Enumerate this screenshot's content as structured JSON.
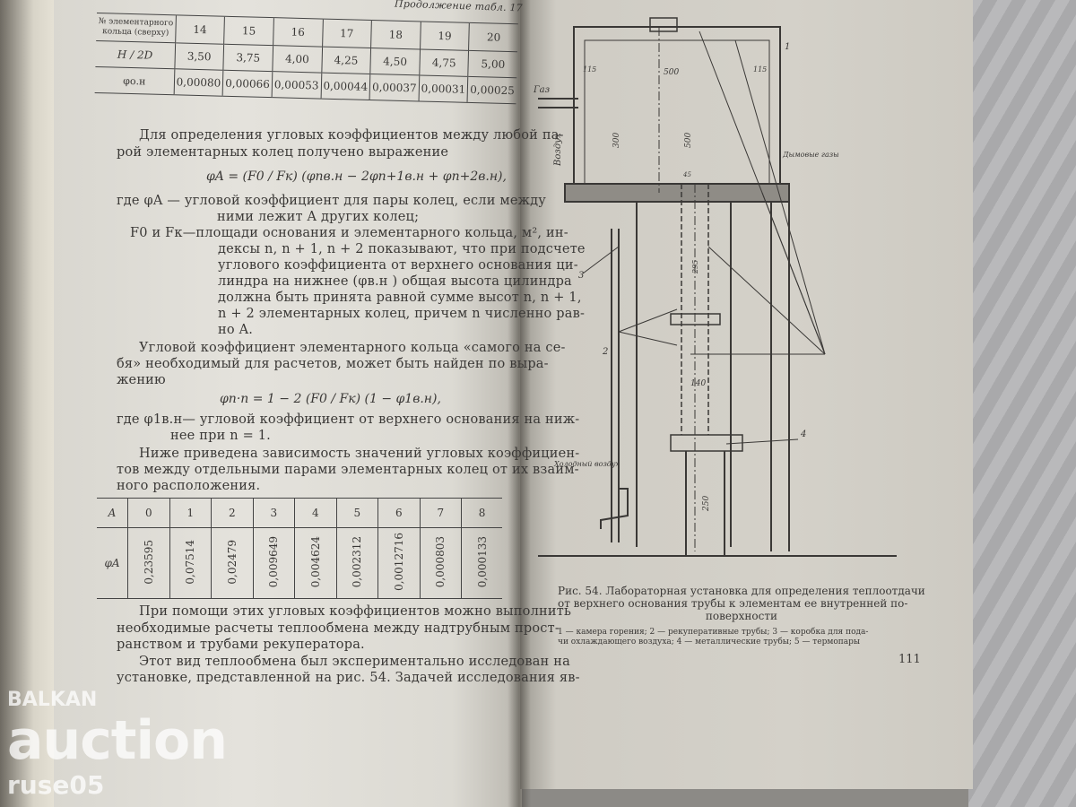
{
  "left_page": {
    "table_top": {
      "caption": "Продолжение табл. 17",
      "header_label": "№ элементарного кольца (сверху)",
      "row2_label": "H / 2D",
      "row3_label": "φо.н",
      "columns": [
        "14",
        "15",
        "16",
        "17",
        "18",
        "19",
        "20"
      ],
      "h_2d": [
        "3,50",
        "3,75",
        "4,00",
        "4,25",
        "4,50",
        "4,75",
        "5,00"
      ],
      "phi": [
        "0,00080",
        "0,00066",
        "0,00053",
        "0,00044",
        "0,00037",
        "0,00031",
        "0,00025"
      ]
    },
    "para1": [
      "Для определения угловых коэффициентов между любой па-",
      "рой элементарных колец получено выражение"
    ],
    "formula1": "φA = (F0 / Fк) (φnв.н − 2φn+1в.н + φn+2в.н),",
    "where1_lines": [
      "где      φA — угловой коэффициент для пары колец, если между",
      "ними лежит A других колец;",
      "F0 и Fк—площади основания и элементарного кольца, м², ин-",
      "дексы n, n + 1, n + 2 показывают, что при подсчете",
      "углового коэффициента от верхнего основания ци-",
      "линдра на нижнее (φв.н ) общая высота цилиндра",
      "должна быть принята равной сумме высот n, n + 1,",
      "n + 2 элементарных колец, причем n численно рав-",
      "но A."
    ],
    "para2": [
      "Угловой коэффициент элементарного кольца «самого на се-",
      "бя» необходимый для расчетов, может быть найден по выра-",
      "жению"
    ],
    "formula2": "φn·n = 1 − 2 (F0 / Fк) (1 − φ1в.н),",
    "where2_lines": [
      "где φ1в.н— угловой коэффициент от верхнего основания на ниж-",
      "нее при n = 1."
    ],
    "para3": [
      "Ниже приведена зависимость значений угловых коэффициен-",
      "тов между отдельными парами элементарных колец от их взаим-",
      "ного расположения."
    ],
    "table_bottom": {
      "row1_label": "A",
      "row2_label": "φA",
      "a_values": [
        "0",
        "1",
        "2",
        "3",
        "4",
        "5",
        "6",
        "7",
        "8"
      ],
      "phi_values": [
        "0,23595",
        "0,07514",
        "0,02479",
        "0,009649",
        "0,004624",
        "0,002312",
        "0,0012716",
        "0,000803",
        "0,000133"
      ]
    },
    "para4": [
      "При помощи этих угловых коэффициентов можно выполнить",
      "необходимые расчеты теплообмена между надтрубным прост-",
      "ранством и трубами рекуператора.",
      "Этот вид теплообмена был экспериментально исследован на",
      "установке, представленной на рис. 54. Задачей исследования яв-"
    ]
  },
  "right_page": {
    "figure_labels": {
      "gas": "Газ",
      "air": "Воздух",
      "smoke": "Дымовые газы",
      "cold_air": "Холодный воздух",
      "dim_115a": "115",
      "dim_115b": "115",
      "dim_500w": "500",
      "dim_500h": "500",
      "dim_300": "300",
      "dim_45": "45",
      "dim_295": "295",
      "dim_140": "140",
      "dim_250": "250",
      "n1": "1",
      "n2": "2",
      "n3": "3",
      "n4": "4"
    },
    "caption_lines": [
      "Рис. 54. Лабораторная установка для определения теплоотдачи",
      "от верхнего основания трубы к элементам ее внутренней по-",
      "поверхности"
    ],
    "legend_lines": [
      "1 — камера горения; 2 — рекуперативные трубы; 3 — коробка для пода-",
      "чи охлаждающего воздуха; 4 — металлические трубы; 5 — термопары"
    ],
    "page_number": "111"
  },
  "watermark": {
    "line1": "BALKAN",
    "line2": "auction",
    "line3": "ruse05"
  }
}
